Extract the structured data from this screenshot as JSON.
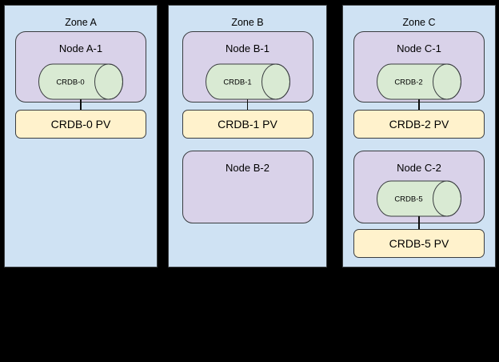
{
  "canvas": {
    "background": "#000000"
  },
  "colors": {
    "zone_fill": "#cfe2f3",
    "node_fill": "#d9d2e9",
    "cylinder_fill": "#d9ead3",
    "pv_fill": "#fff2cc",
    "border": "#3a3d40",
    "text": "#000000"
  },
  "diagram": {
    "type": "kubernetes-storage-topology",
    "zones": [
      {
        "label": "Zone A",
        "nodes": [
          {
            "label": "Node A-1",
            "cylinder": "CRDB-0",
            "pv": "CRDB-0 PV"
          }
        ]
      },
      {
        "label": "Zone B",
        "nodes": [
          {
            "label": "Node B-1",
            "cylinder": "CRDB-1",
            "pv": "CRDB-1 PV"
          },
          {
            "label": "Node B-2"
          }
        ]
      },
      {
        "label": "Zone C",
        "nodes": [
          {
            "label": "Node C-1",
            "cylinder": "CRDB-2",
            "pv": "CRDB-2 PV"
          },
          {
            "label": "Node C-2",
            "cylinder": "CRDB-5",
            "pv": "CRDB-5 PV"
          }
        ]
      }
    ]
  }
}
